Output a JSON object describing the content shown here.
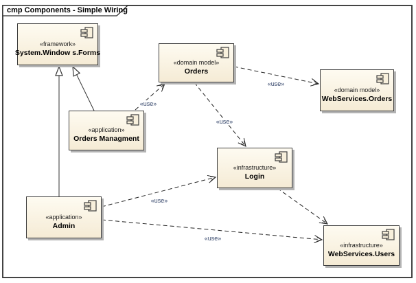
{
  "frame": {
    "title": "cmp Components - Simple Wiring"
  },
  "colors": {
    "component_fill_top": "#FEFBF1",
    "component_fill_bottom": "#F5EBD5",
    "component_border": "#3E3E3E",
    "shadow": "#B3B3B3",
    "use_label": "#35466B",
    "connector": "#222222"
  },
  "components": [
    {
      "id": "system-windows-forms",
      "stereotype": "«framework»",
      "name": "System.Window s.Forms"
    },
    {
      "id": "orders",
      "stereotype": "«domain model»",
      "name": "Orders"
    },
    {
      "id": "webservices-orders",
      "stereotype": "«domain model»",
      "name": "WebServices.Orders"
    },
    {
      "id": "orders-managment",
      "stereotype": "«application»",
      "name": "Orders Managment"
    },
    {
      "id": "login",
      "stereotype": "«infrastructure»",
      "name": "Login"
    },
    {
      "id": "admin",
      "stereotype": "«application»",
      "name": "Admin"
    },
    {
      "id": "webservices-users",
      "stereotype": "«infrastructure»",
      "name": "WebServices.Users"
    }
  ],
  "relations": [
    {
      "from": "Orders Managment",
      "to": "System.Window s.Forms",
      "type": "generalization",
      "label": ""
    },
    {
      "from": "Admin",
      "to": "System.Window s.Forms",
      "type": "generalization",
      "label": ""
    },
    {
      "from": "Orders Managment",
      "to": "Orders",
      "type": "dependency",
      "label": "«use»"
    },
    {
      "from": "Orders",
      "to": "WebServices.Orders",
      "type": "dependency",
      "label": "«use»"
    },
    {
      "from": "Orders",
      "to": "Login",
      "type": "dependency",
      "label": "«use»"
    },
    {
      "from": "Admin",
      "to": "Login",
      "type": "dependency",
      "label": "«use»"
    },
    {
      "from": "Admin",
      "to": "WebServices.Users",
      "type": "dependency",
      "label": "«use»"
    },
    {
      "from": "Login",
      "to": "WebServices.Users",
      "type": "dependency",
      "label": ""
    }
  ]
}
